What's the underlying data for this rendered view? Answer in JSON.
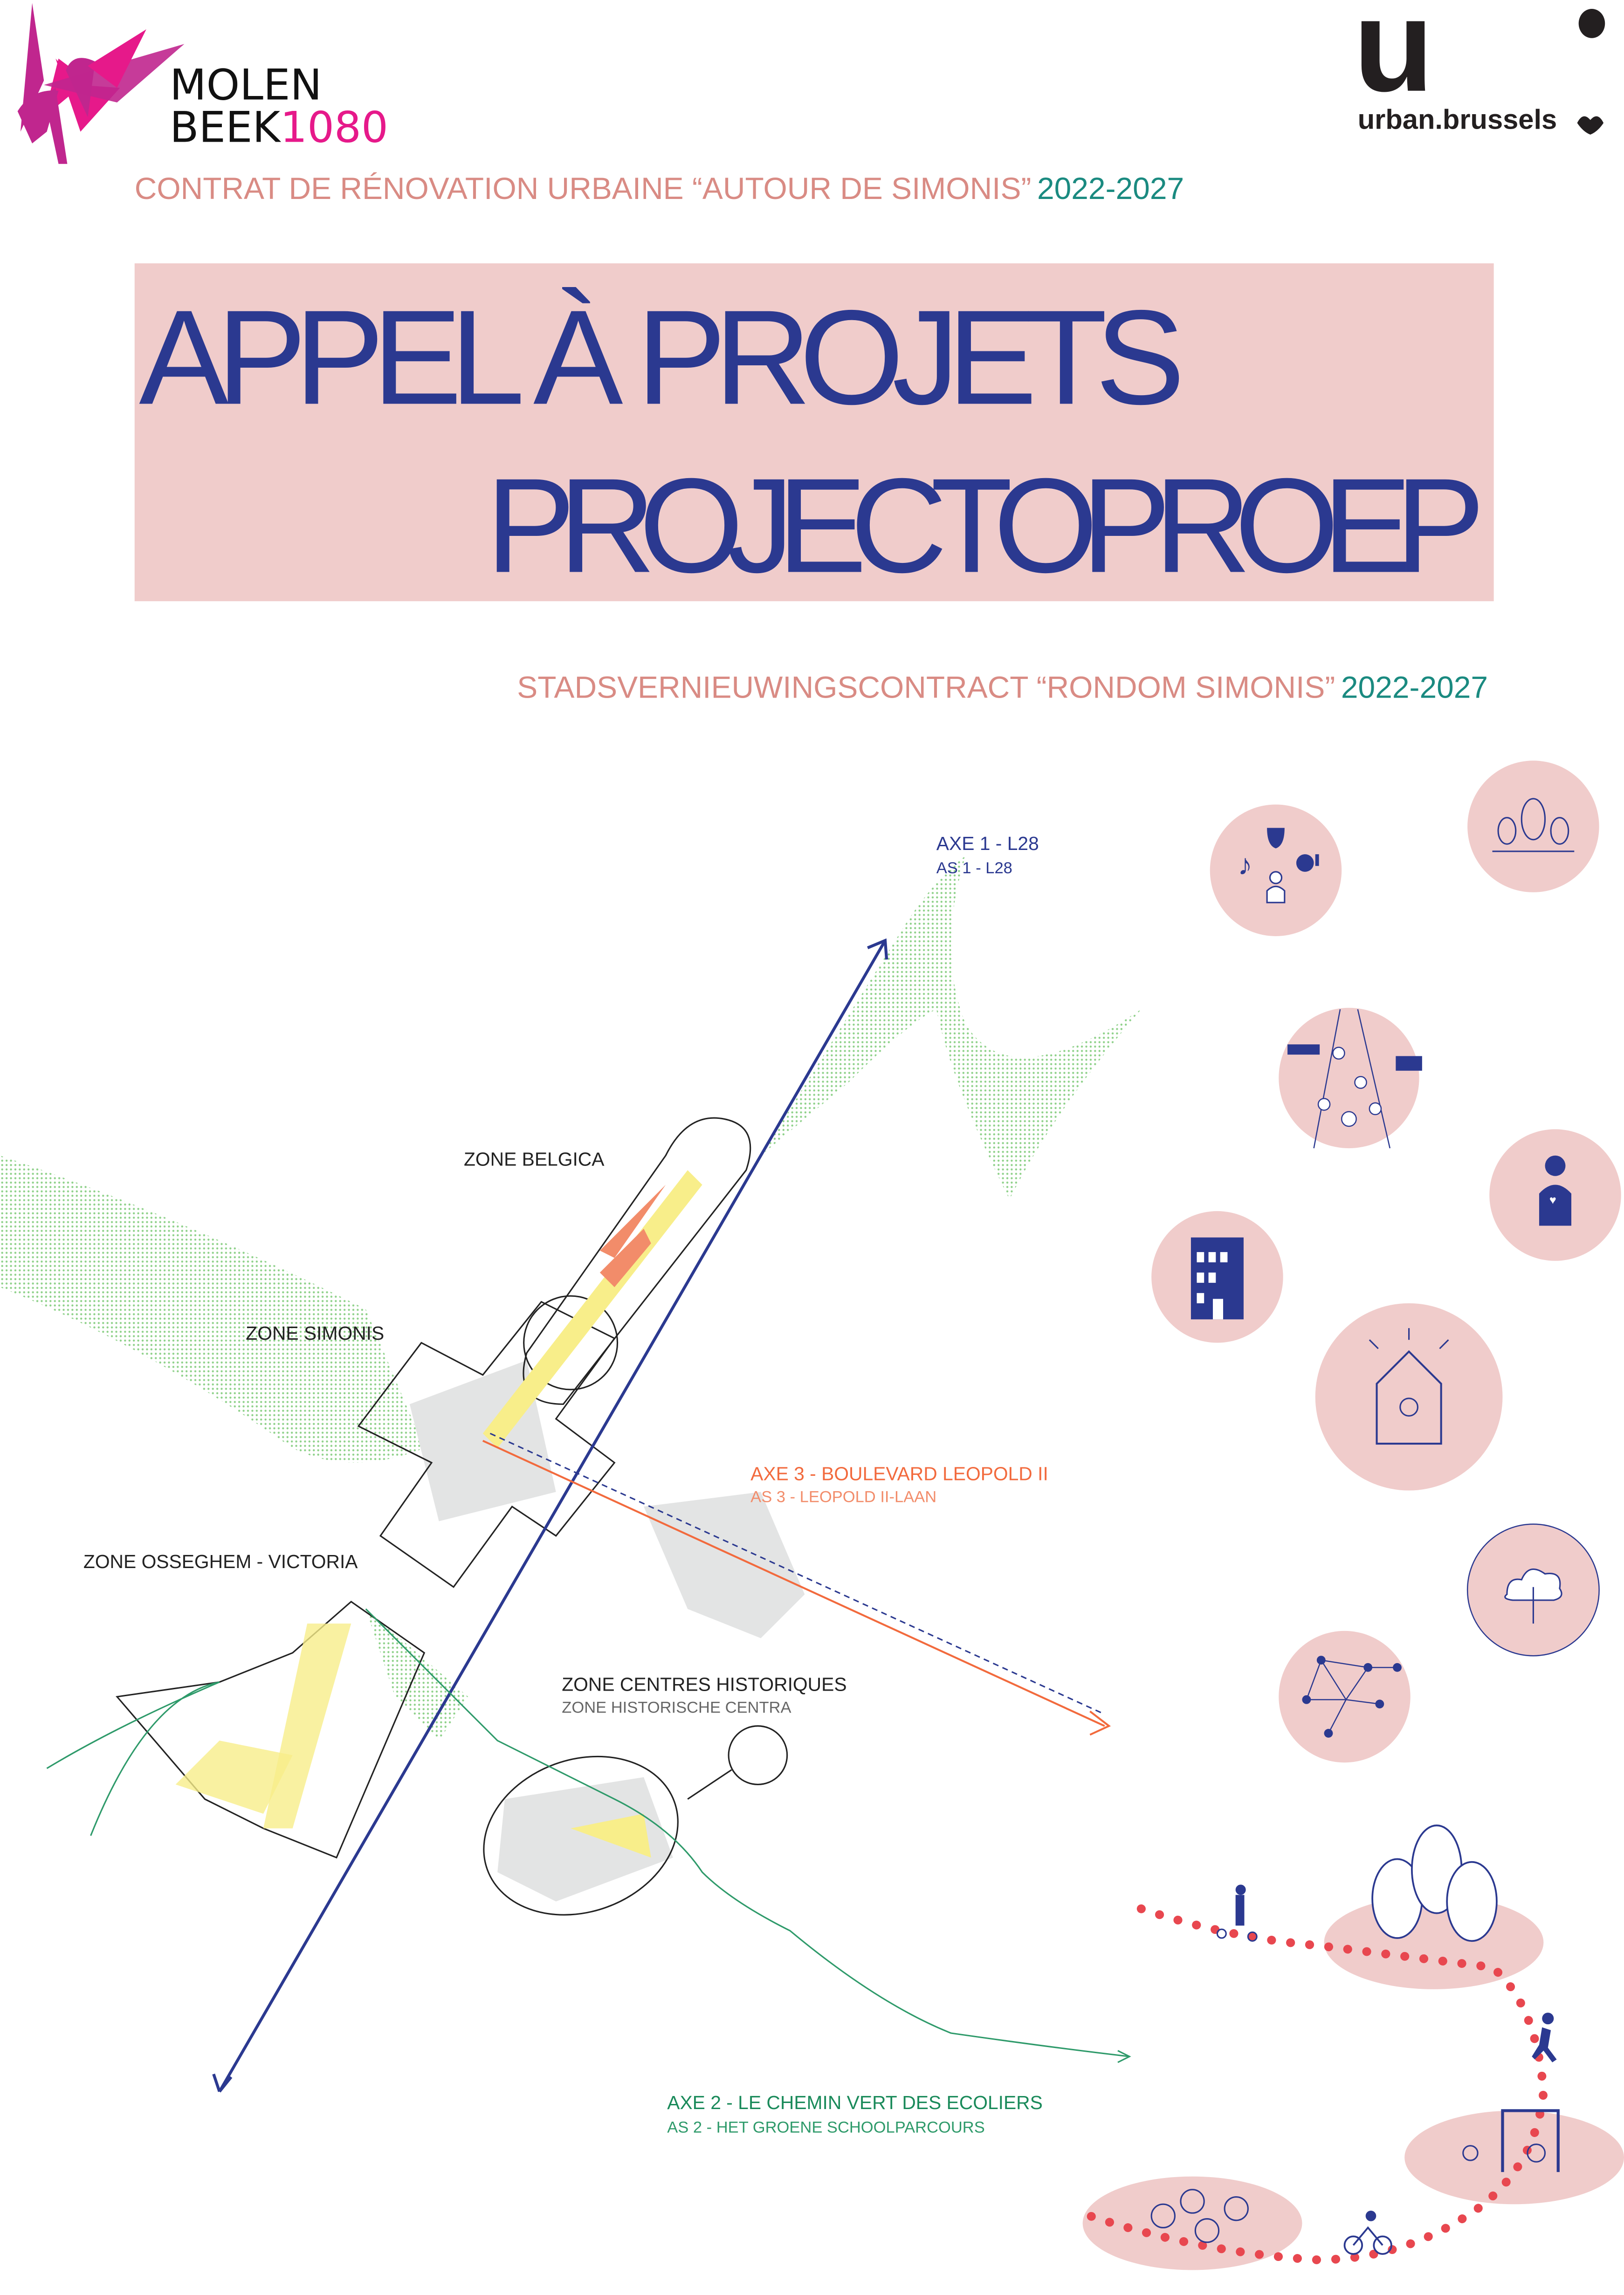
{
  "logos": {
    "molenbeek": {
      "line1": "MOLEN",
      "line2": "BEEK",
      "number": "1080"
    },
    "urban": {
      "mark": "u",
      "name": "urban.brussels"
    }
  },
  "header": {
    "subtitle_fr": "CONTRAT DE RÉNOVATION URBAINE “AUTOUR DE SIMONIS”",
    "subtitle_fr_years": "2022-2027",
    "title_fr": "APPEL À PROJETS",
    "title_nl": "PROJECTOPROEP",
    "subtitle_nl": "STADSVERNIEUWINGSCONTRACT “RONDOM SIMONIS”",
    "subtitle_nl_years": "2022-2027"
  },
  "map": {
    "axe1": {
      "fr": "AXE 1 - L28",
      "nl": "AS 1 - L28"
    },
    "axe2": {
      "fr": "AXE 2 - LE CHEMIN VERT DES ECOLIERS",
      "nl": "AS 2 - HET GROENE SCHOOLPARCOURS"
    },
    "axe3": {
      "fr": "AXE 3 - BOULEVARD LEOPOLD II",
      "nl": "AS 3 - LEOPOLD II-LAAN"
    },
    "zones": {
      "belgica": "ZONE BELGICA",
      "simonis": "ZONE SIMONIS",
      "osseghem": "ZONE OSSEGHEM - VICTORIA",
      "centres_fr": "ZONE CENTRES HISTORIQUES",
      "centres_nl": "ZONE HISTORISCHE CENTRA"
    }
  },
  "colors": {
    "navy": "#2b3990",
    "salmon": "#d98b84",
    "teal": "#1a8a80",
    "pink_bg": "#f0cccb",
    "orange": "#f26a3d",
    "green": "#2e9a6a",
    "magenta": "#e6198a"
  },
  "icons": [
    "culture-icon",
    "trees-icon",
    "market-icon",
    "person-heart-icon",
    "building-icon",
    "house-idea-icon",
    "cloud-tree-icon",
    "network-icon",
    "scooter-icon",
    "runner-icon",
    "playground-icon",
    "cyclist-icon",
    "bikes-icon"
  ]
}
